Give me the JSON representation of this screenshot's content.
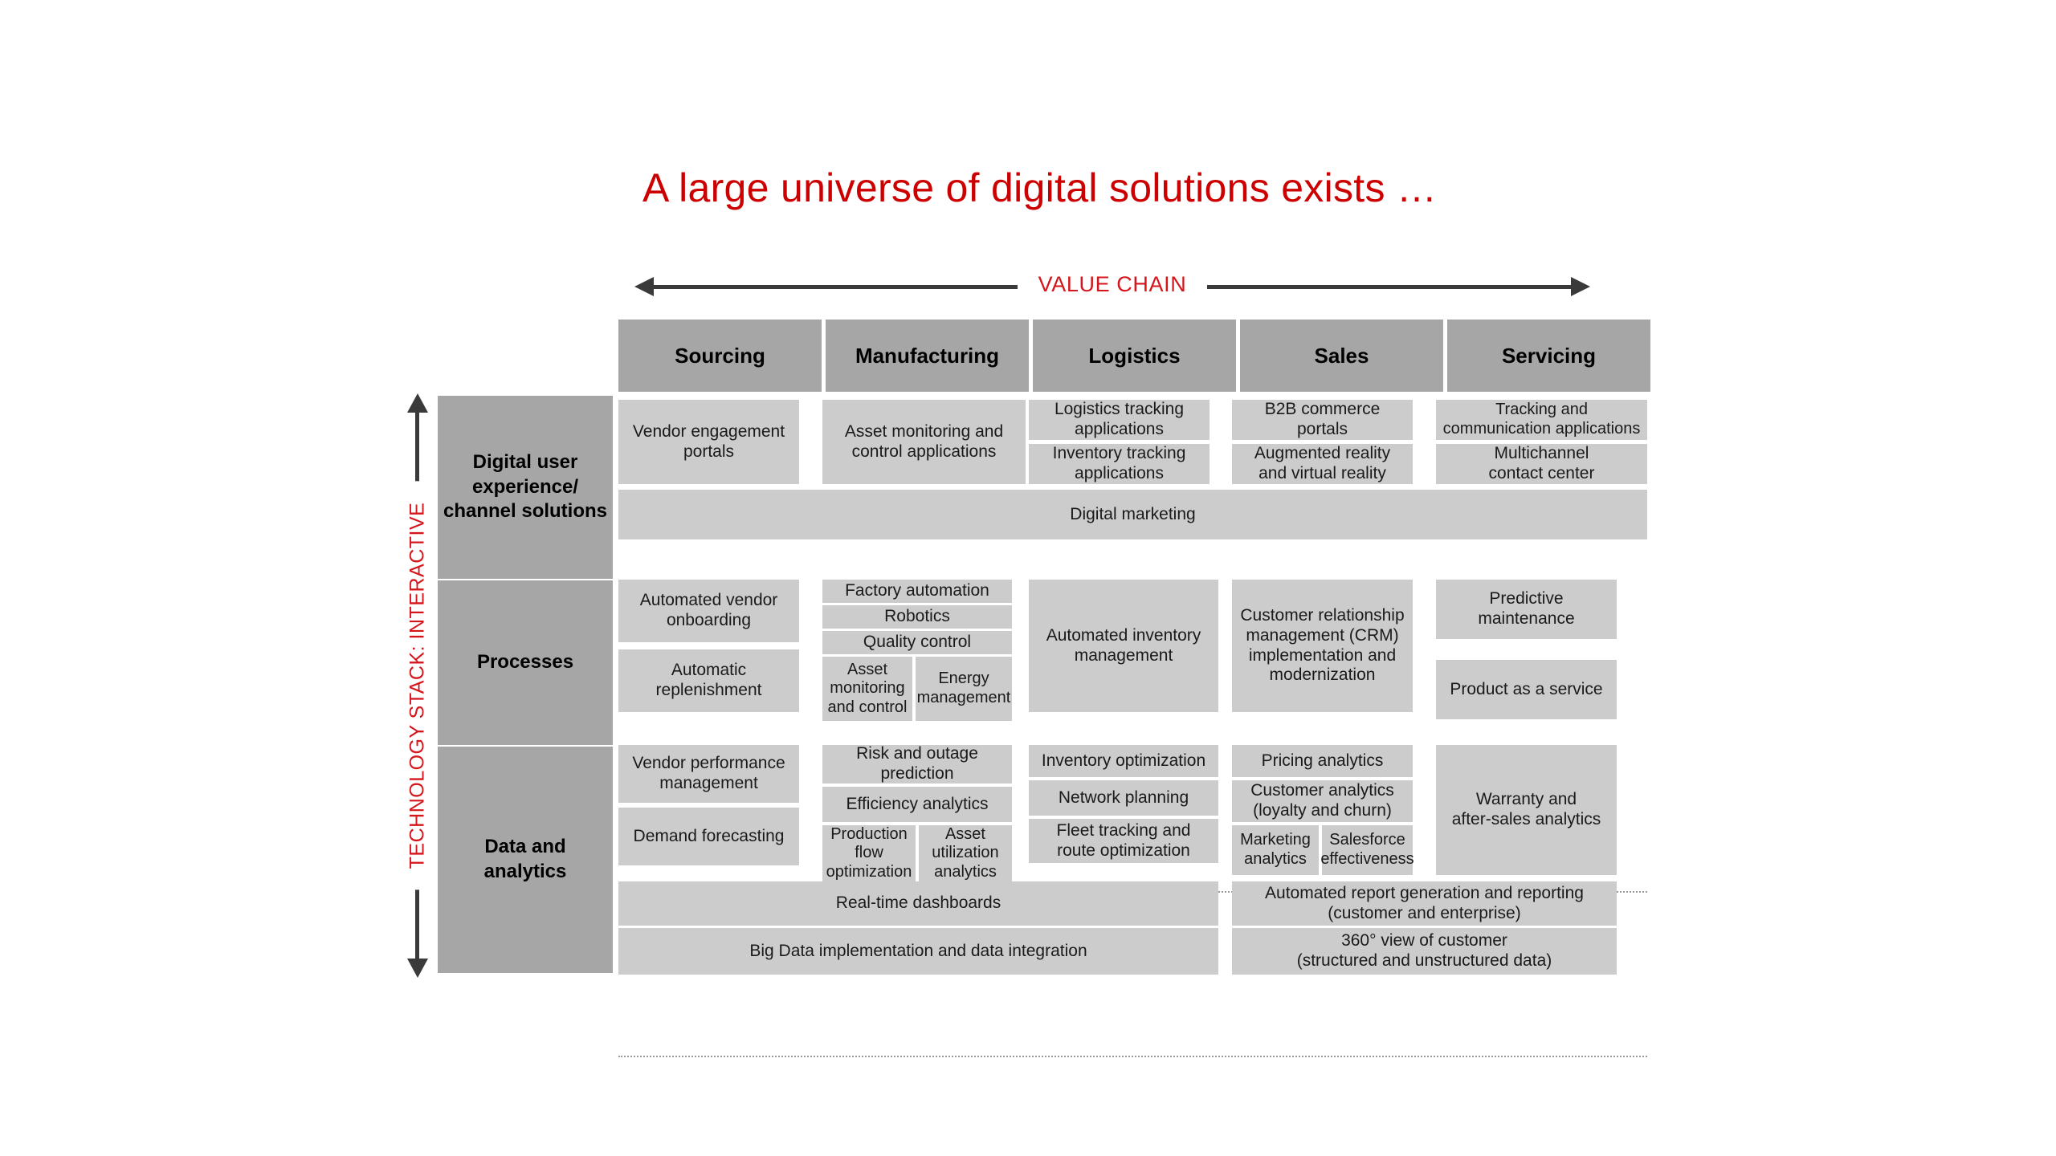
{
  "title": "A large universe of digital solutions exists …",
  "axes": {
    "horizontal_label": "VALUE CHAIN",
    "vertical_label": "TECHNOLOGY STACK: INTERACTIVE"
  },
  "colors": {
    "title_red": "#cc0000",
    "axis_red": "#d4151b",
    "header_gray": "#a6a6a6",
    "cell_gray": "#cccccc",
    "arrow_dark": "#3a3a3a"
  },
  "columns": [
    {
      "label": "Sourcing"
    },
    {
      "label": "Manufacturing"
    },
    {
      "label": "Logistics"
    },
    {
      "label": "Sales"
    },
    {
      "label": "Servicing"
    }
  ],
  "rows": [
    {
      "label": "Digital user\nexperience/\nchannel solutions"
    },
    {
      "label": "Processes"
    },
    {
      "label": "Data and\nanalytics"
    }
  ],
  "cells": {
    "r0c0": "Vendor engagement\nportals",
    "r0c1": "Asset monitoring and\ncontrol applications",
    "r0c2a": "Logistics tracking\napplications",
    "r0c2b": "Inventory tracking\napplications",
    "r0c3a": "B2B commerce\nportals",
    "r0c3b": "Augmented reality\nand virtual reality",
    "r0c4a": "Tracking and\ncommunication applications",
    "r0c4b": "Multichannel\ncontact center",
    "r0span": "Digital marketing",
    "r1c0a": "Automated vendor\nonboarding",
    "r1c0b": "Automatic\nreplenishment",
    "r1c1a": "Factory automation",
    "r1c1b": "Robotics",
    "r1c1c": "Quality control",
    "r1c1d": "Asset\nmonitoring\nand control",
    "r1c1e": "Energy\nmanagement",
    "r1c2": "Automated inventory\nmanagement",
    "r1c3": "Customer relationship\nmanagement (CRM)\nimplementation and\nmodernization",
    "r1c4a": "Predictive maintenance",
    "r1c4b": "Product as a service",
    "r2c0a": "Vendor performance\nmanagement",
    "r2c0b": "Demand forecasting",
    "r2c1a": "Risk and outage\nprediction",
    "r2c1b": "Efficiency analytics",
    "r2c1c": "Production\nflow\noptimization",
    "r2c1d": "Asset\nutilization\nanalytics",
    "r2c2a": "Inventory optimization",
    "r2c2b": "Network planning",
    "r2c2c": "Fleet tracking and\nroute optimization",
    "r2c3a": "Pricing analytics",
    "r2c3b": "Customer analytics\n(loyalty and churn)",
    "r2c3c": "Marketing\nanalytics",
    "r2c3d": "Salesforce\neffectiveness",
    "r2c4": "Warranty and\nafter-sales analytics",
    "r2span_left_a": "Real-time dashboards",
    "r2span_left_b": "Big Data implementation and data integration",
    "r2span_right_a": "Automated report generation and reporting\n(customer and enterprise)",
    "r2span_right_b": "360° view of customer\n(structured and unstructured data)"
  }
}
